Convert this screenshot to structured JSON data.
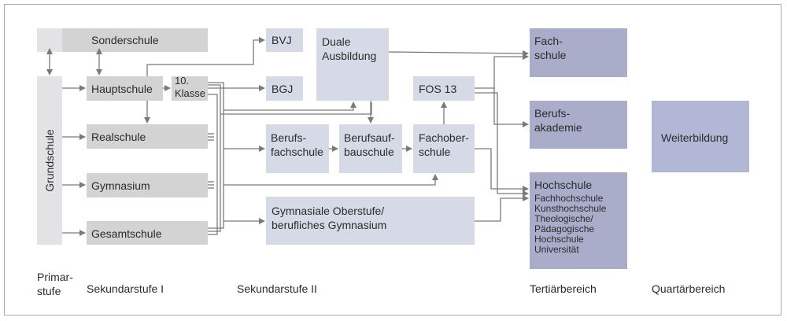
{
  "boxes": {
    "sonderschule": "Sonderschule",
    "grundschule": "Grundschule",
    "hauptschule": "Hauptschule",
    "klasse10": "10.\nKlasse",
    "realschule": "Realschule",
    "gymnasium": "Gymnasium",
    "gesamtschule": "Gesamtschule",
    "bvj": "BVJ",
    "bgj": "BGJ",
    "duale": "Duale\nAusbildung",
    "fos13": "FOS 13",
    "berufsfachschule": "Berufs-\nfachschule",
    "berufsaufbauschule": "Berufsauf-\nbauschule",
    "fachoberschule": "Fachober-\nschule",
    "gym_oberstufe": "Gymnasiale Oberstufe/\nberufliches Gymnasium",
    "fachschule": "Fach-\nschule",
    "berufsakademie": "Berufs-\nakademie",
    "hochschule": "Hochschule",
    "hochschule_sub": "Fachhochschule\nKunsthochschule\nTheologische/\nPädagogische\nHochschule\nUniversität",
    "weiterbildung": "Weiterbildung"
  },
  "stages": {
    "primar": "Primar-\nstufe",
    "sek1": "Sekundarstufe I",
    "sek2": "Sekundarstufe II",
    "tertiaer": "Tertiärbereich",
    "quartaer": "Quartärbereich"
  },
  "colors": {
    "line": "#7a7a7c",
    "school_box": "#d3d3d4",
    "secondary_box": "#d6dae6",
    "tertiary_box": "#a9adca",
    "weiterbildung_box": "#b3b7d6"
  }
}
